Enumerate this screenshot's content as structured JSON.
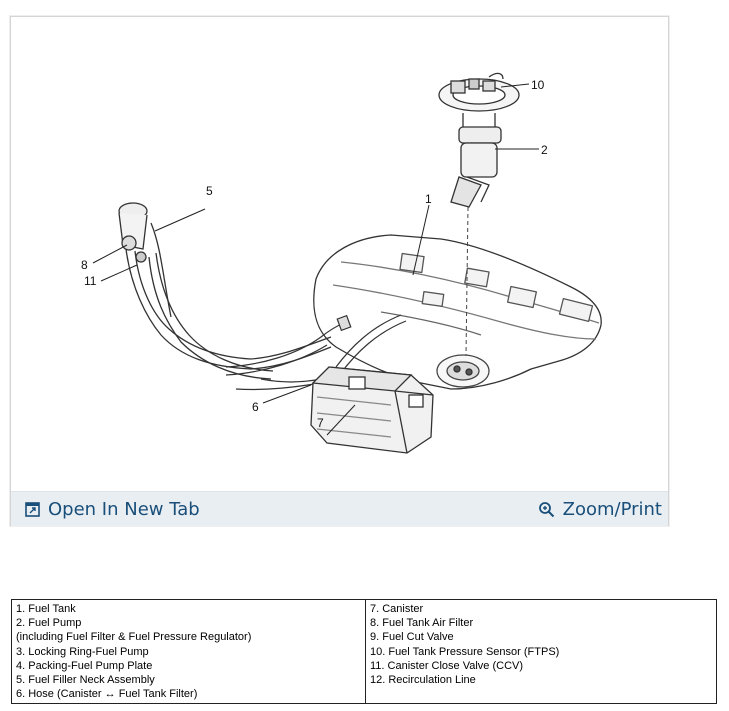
{
  "diagram": {
    "callouts": {
      "c1": "1",
      "c2": "2",
      "c5": "5",
      "c6": "6",
      "c7": "7",
      "c8": "8",
      "c10": "10",
      "c11": "11"
    }
  },
  "toolbar": {
    "open_tab_label": "Open In New Tab",
    "open_tab_icon": "open-new-tab-icon",
    "zoom_label": "Zoom/Print",
    "zoom_icon": "zoom-icon",
    "accent_color": "#1a4f7a",
    "bar_color": "#e9eef3"
  },
  "legend": {
    "left": [
      "1. Fuel Tank",
      "2. Fuel Pump",
      "(including Fuel Filter & Fuel Pressure Regulator)",
      "3. Locking Ring-Fuel Pump",
      "4. Packing-Fuel Pump Plate",
      "5. Fuel Filler Neck Assembly",
      "6. Hose (Canister ↔ Fuel Tank Filter)"
    ],
    "right": [
      "7. Canister",
      "8. Fuel Tank Air Filter",
      "9. Fuel Cut Valve",
      "10. Fuel Tank Pressure Sensor (FTPS)",
      "11. Canister Close Valve (CCV)",
      "12. Recirculation Line"
    ]
  }
}
